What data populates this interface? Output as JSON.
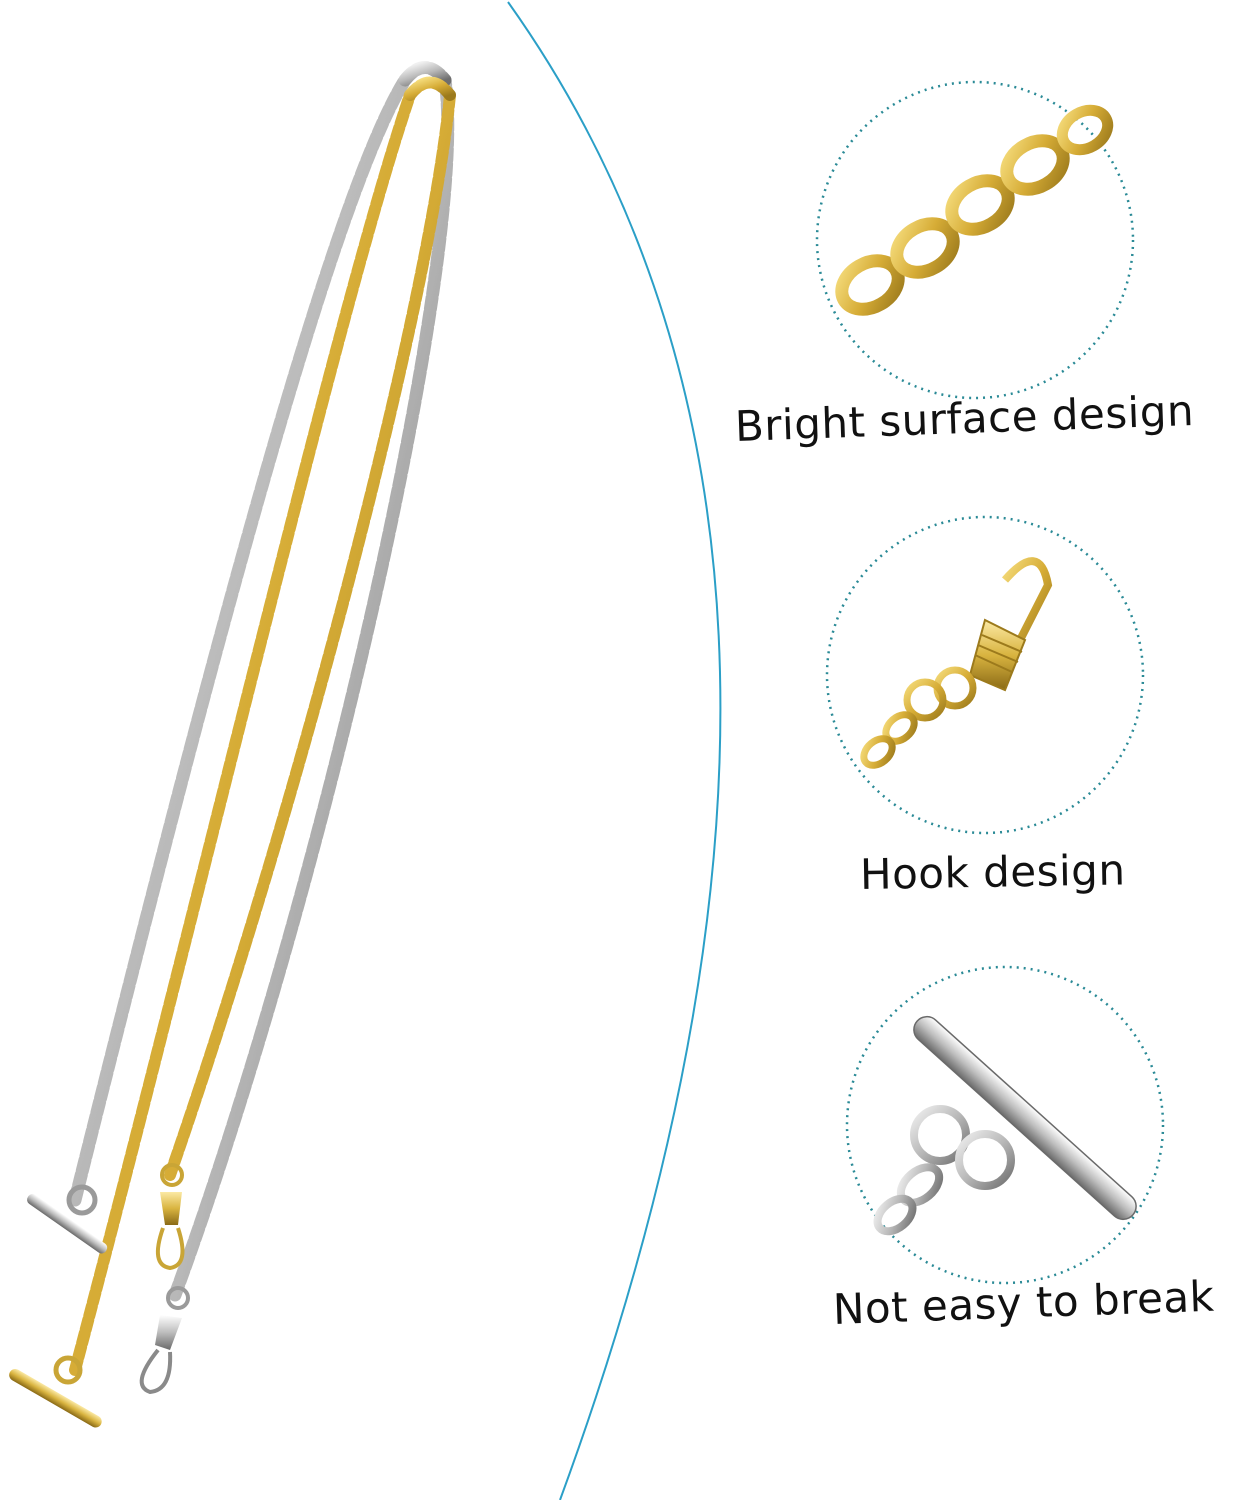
{
  "colors": {
    "accent_line": "#2b9fc7",
    "dotted_circle": "#2a8a96",
    "gold": "#d9b440",
    "gold_dark": "#9c7a1c",
    "silver": "#b8b8b8",
    "silver_dark": "#6e6e6e"
  },
  "features": [
    {
      "caption": "Bright surface design",
      "icon": "gold-chain-closeup"
    },
    {
      "caption": "Hook design",
      "icon": "hook-clasp-closeup"
    },
    {
      "caption": "Not easy to break",
      "icon": "toggle-bar-closeup"
    }
  ]
}
